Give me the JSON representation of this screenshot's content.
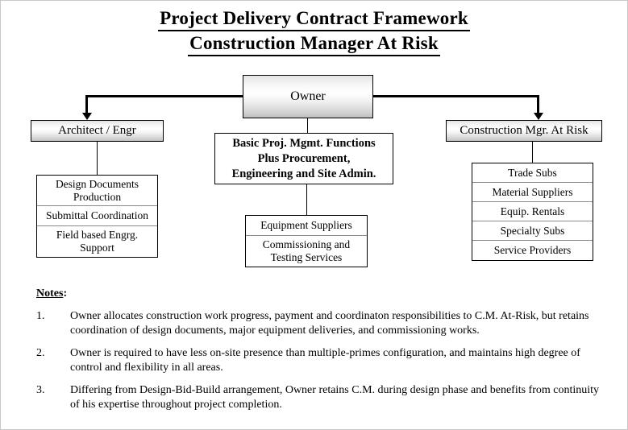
{
  "title": {
    "line1": "Project Delivery Contract Framework",
    "line2": " Construction Manager At Risk"
  },
  "diagram": {
    "owner": "Owner",
    "architect": "Architect / Engr",
    "construction_manager": "Construction Mgr. At Risk",
    "functions_box": {
      "line1": "Basic Proj. Mgmt. Functions",
      "line2": "Plus Procurement,",
      "line3": "Engineering and Site Admin."
    },
    "architect_items": [
      {
        "line1": "Design Documents",
        "line2": "Production"
      },
      {
        "line1": "Submittal Coordination",
        "line2": ""
      },
      {
        "line1": "Field based Engrg.",
        "line2": "Support"
      }
    ],
    "owner_items": [
      {
        "line1": "Equipment Suppliers",
        "line2": ""
      },
      {
        "line1": "Commissioning and",
        "line2": "Testing Services"
      }
    ],
    "cm_items": [
      {
        "line1": "Trade Subs",
        "line2": ""
      },
      {
        "line1": "Material Suppliers",
        "line2": ""
      },
      {
        "line1": "Equip. Rentals",
        "line2": ""
      },
      {
        "line1": "Specialty Subs",
        "line2": ""
      },
      {
        "line1": "Service Providers",
        "line2": ""
      }
    ]
  },
  "notes": {
    "heading": "Notes",
    "heading_colon": ":",
    "items": [
      {
        "number": "1.",
        "text": "Owner allocates construction work progress, payment and coordinaton responsibilities to C.M. At-Risk, but retains coordination of design documents, major equipment deliveries, and commissioning works."
      },
      {
        "number": "2.",
        "text": "Owner is required to have less on-site presence than multiple-primes configuration, and maintains high degree of control and flexibility in all areas."
      },
      {
        "number": "3.",
        "text": "Differing from Design-Bid-Build arrangement, Owner retains C.M. during design phase and benefits from continuity of his expertise throughout project completion."
      }
    ]
  },
  "colors": {
    "line": "#000000",
    "box_border": "#000000",
    "cell_divider": "#8a8a8a",
    "background": "#ffffff"
  }
}
